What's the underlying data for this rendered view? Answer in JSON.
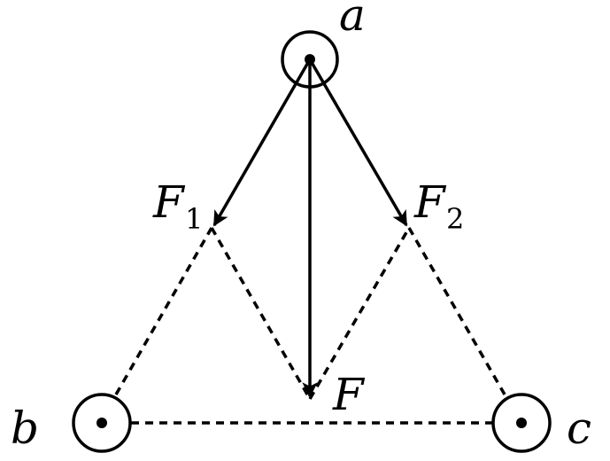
{
  "diagram": {
    "points": {
      "a": {
        "label": "a"
      },
      "b": {
        "label": "b"
      },
      "c": {
        "label": "c"
      }
    },
    "vectors": {
      "f1": {
        "label": "F",
        "subscript": "1"
      },
      "f2": {
        "label": "F",
        "subscript": "2"
      },
      "f": {
        "label": "F"
      }
    },
    "colors": {
      "line": "#000000",
      "background": "#ffffff"
    }
  }
}
